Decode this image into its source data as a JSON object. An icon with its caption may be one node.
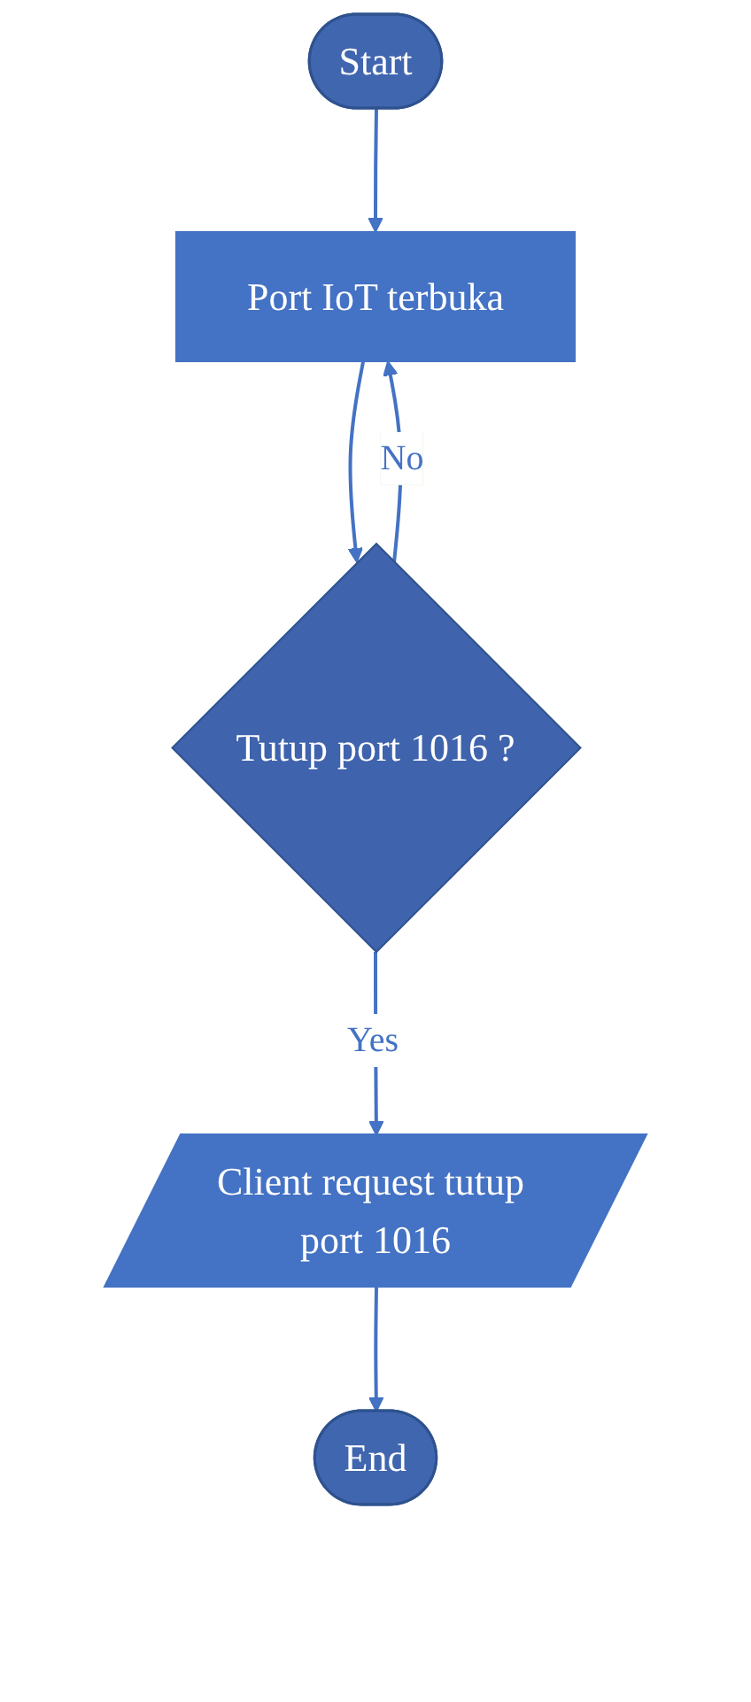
{
  "diagram": {
    "nodes": [
      {
        "text": [
          "Start"
        ]
      },
      {
        "text": [
          "Port IoT terbuka"
        ]
      },
      {
        "text": [
          "Tutup port 1016 ?"
        ]
      },
      {
        "text": [
          "Client request tutup port 1016"
        ]
      },
      {
        "text": [
          "End"
        ]
      }
    ],
    "edges": [
      {
        "from": 0,
        "to": 1,
        "arrow": "to"
      },
      {
        "from": 1,
        "to": 2,
        "arrow": "to"
      },
      {
        "from": 2,
        "to": 1,
        "arrow": "to",
        "label": "No"
      },
      {
        "from": 2,
        "to": 3,
        "arrow": "to",
        "label": "Yes"
      },
      {
        "from": 3,
        "to": 4,
        "arrow": "to"
      }
    ]
  }
}
